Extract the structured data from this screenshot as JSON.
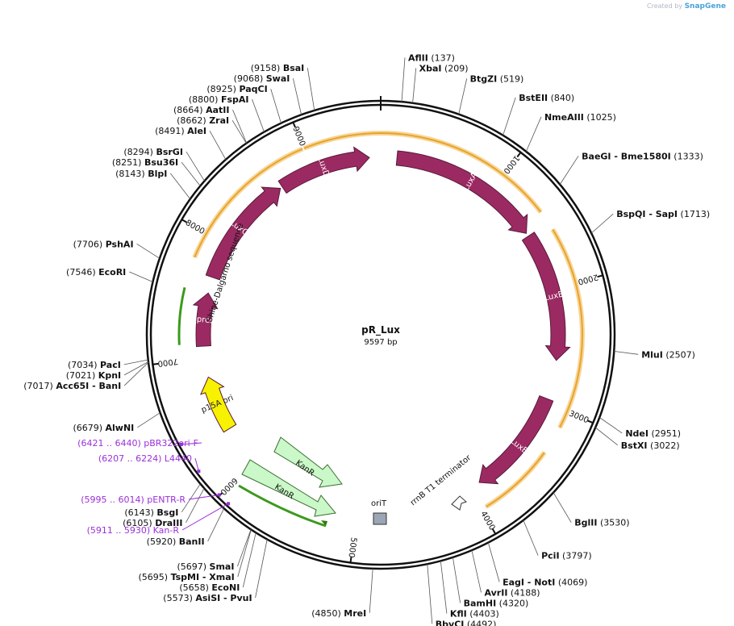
{
  "watermark": {
    "prefix": "Created by",
    "brand": "SnapGene"
  },
  "plasmid": {
    "name": "pR_Lux",
    "size_bp": 9597,
    "size_label": "9597 bp"
  },
  "colors": {
    "cds": "#9b2a63",
    "origin": "#f7f200",
    "kanR": "#caf8c8",
    "primer": "#9b30d9",
    "orange": "#e8a42a",
    "green": "#3c9a1c"
  },
  "ticks": [
    "1000",
    "2000",
    "3000",
    "4000",
    "5000",
    "6000",
    "7000",
    "8000",
    "9000"
  ],
  "sites": [
    {
      "name": "AflII",
      "pos": "(137)",
      "bp": 137
    },
    {
      "name": "XbaI",
      "pos": "(209)",
      "bp": 209
    },
    {
      "name": "BtgZI",
      "pos": "(519)",
      "bp": 519
    },
    {
      "name": "BstEII",
      "pos": "(840)",
      "bp": 840
    },
    {
      "name": "NmeAIII",
      "pos": "(1025)",
      "bp": 1025
    },
    {
      "name": "BaeGI  - Bme1580I",
      "pos": "(1333)",
      "bp": 1333
    },
    {
      "name": "BspQI  - SapI",
      "pos": "(1713)",
      "bp": 1713
    },
    {
      "name": "MluI",
      "pos": "(2507)",
      "bp": 2507
    },
    {
      "name": "NdeI",
      "pos": "(2951)",
      "bp": 2951
    },
    {
      "name": "BstXI",
      "pos": "(3022)",
      "bp": 3022
    },
    {
      "name": "BglII",
      "pos": "(3530)",
      "bp": 3530
    },
    {
      "name": "PciI",
      "pos": "(3797)",
      "bp": 3797
    },
    {
      "name": "EagI  - NotI",
      "pos": "(4069)",
      "bp": 4069
    },
    {
      "name": "AvrII",
      "pos": "(4188)",
      "bp": 4188
    },
    {
      "name": "BamHI",
      "pos": "(4320)",
      "bp": 4320
    },
    {
      "name": "KflI",
      "pos": "(4403)",
      "bp": 4403
    },
    {
      "name": "BbvCI",
      "pos": "(4492)",
      "bp": 4492
    },
    {
      "name": "MreI",
      "pos": "(4850)",
      "bp": 4850
    },
    {
      "name": "AsiSI  - PvuI",
      "pos": "(5573)",
      "bp": 5573
    },
    {
      "name": "EcoNI",
      "pos": "(5658)",
      "bp": 5658
    },
    {
      "name": "TspMI  - XmaI",
      "pos": "(5695)",
      "bp": 5695
    },
    {
      "name": "SmaI",
      "pos": "(5697)",
      "bp": 5697
    },
    {
      "name": "BanII",
      "pos": "(5920)",
      "bp": 5920
    },
    {
      "name": "DraIII",
      "pos": "(6105)",
      "bp": 6105
    },
    {
      "name": "BsgI",
      "pos": "(6143)",
      "bp": 6143
    },
    {
      "name": "AlwNI",
      "pos": "(6679)",
      "bp": 6679
    },
    {
      "name": "Acc65I  - BanI",
      "pos": "(7017)",
      "bp": 7017
    },
    {
      "name": "KpnI",
      "pos": "(7021)",
      "bp": 7021
    },
    {
      "name": "PacI",
      "pos": "(7034)",
      "bp": 7034
    },
    {
      "name": "EcoRI",
      "pos": "(7546)",
      "bp": 7546
    },
    {
      "name": "PshAI",
      "pos": "(7706)",
      "bp": 7706
    },
    {
      "name": "BlpI",
      "pos": "(8143)",
      "bp": 8143
    },
    {
      "name": "Bsu36I",
      "pos": "(8251)",
      "bp": 8251
    },
    {
      "name": "BsrGI",
      "pos": "(8294)",
      "bp": 8294
    },
    {
      "name": "AleI",
      "pos": "(8491)",
      "bp": 8491
    },
    {
      "name": "ZraI",
      "pos": "(8662)",
      "bp": 8662
    },
    {
      "name": "AatII",
      "pos": "(8664)",
      "bp": 8664
    },
    {
      "name": "FspAI",
      "pos": "(8800)",
      "bp": 8800
    },
    {
      "name": "PaqCI",
      "pos": "(8925)",
      "bp": 8925
    },
    {
      "name": "SwaI",
      "pos": "(9068)",
      "bp": 9068
    },
    {
      "name": "BsaI",
      "pos": "(9158)",
      "bp": 9158
    }
  ],
  "primers": [
    {
      "range": "(6421 .. 6440)",
      "name": "pBR322ori-F",
      "bp": 6430
    },
    {
      "range": "(6207 .. 6224)",
      "name": "L4440",
      "bp": 6215
    },
    {
      "range": "(5995 .. 6014)",
      "name": "pENTR-R",
      "bp": 6005
    },
    {
      "range": "(5911 .. 5930)",
      "name": "Kan-R",
      "bp": 5920
    }
  ],
  "features": [
    {
      "name": "LuxD",
      "start": 8700,
      "end": 9500,
      "color": "#9b2a63",
      "text": "#ffffff"
    },
    {
      "name": "LuxA",
      "start": 140,
      "end": 1470,
      "color": "#9b2a63",
      "text": "#ffffff"
    },
    {
      "name": "LuxB",
      "start": 1500,
      "end": 2620,
      "color": "#9b2a63",
      "text": "#ffffff"
    },
    {
      "name": "LuxE",
      "start": 2960,
      "end": 3900,
      "color": "#9b2a63",
      "text": "#ffffff"
    },
    {
      "name": "LuxC",
      "start": 7700,
      "end": 8680,
      "color": "#9b2a63",
      "text": "#ffffff"
    },
    {
      "name": "λ repressor",
      "start": 7100,
      "end": 7560,
      "color": "#9b2a63",
      "text": "#ffffff"
    },
    {
      "name": "p15A ori",
      "start": 6350,
      "end": 6830,
      "color": "#f7f200",
      "text": "#222222"
    }
  ],
  "annotations": {
    "shine_dalgarno": "Shine-Dalgarno sequence",
    "terminator": "rrnB T1 terminator",
    "oriT": "oriT"
  },
  "kan": [
    {
      "name": "KanR"
    },
    {
      "name": "KanR"
    }
  ]
}
